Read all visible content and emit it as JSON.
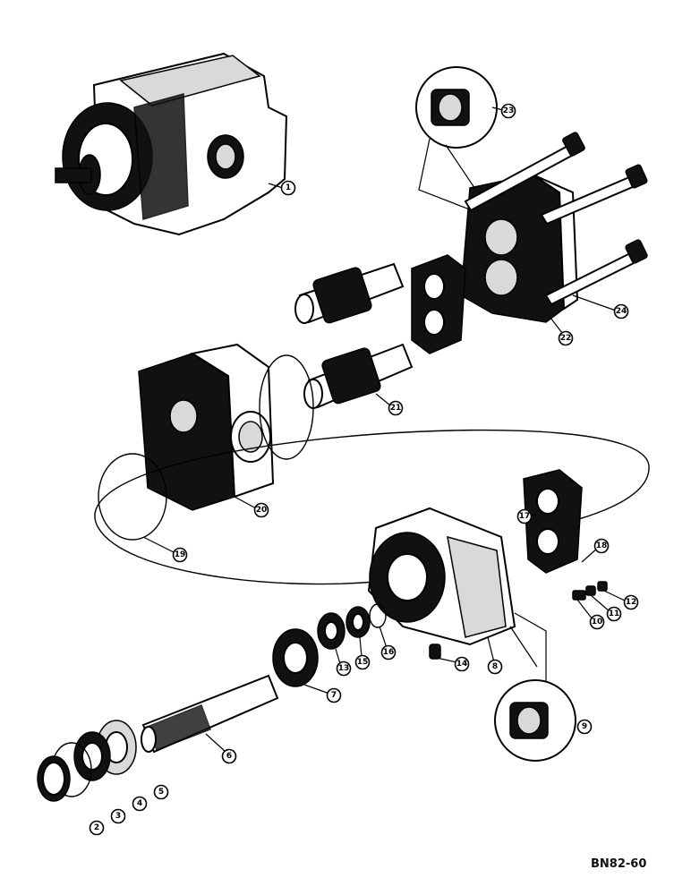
{
  "callouts": {
    "c1": "1",
    "c2": "2",
    "c3": "3",
    "c4": "4",
    "c5": "5",
    "c6": "6",
    "c7": "7",
    "c8": "8",
    "c9": "9",
    "c10": "10",
    "c11": "11",
    "c12": "12",
    "c13": "13",
    "c14": "14",
    "c15": "15",
    "c16": "16",
    "c17": "17",
    "c18": "18",
    "c19": "19",
    "c20": "20",
    "c21": "21",
    "c22": "22",
    "c23": "23",
    "c24": "24"
  },
  "drawing_code": "BN82-60"
}
